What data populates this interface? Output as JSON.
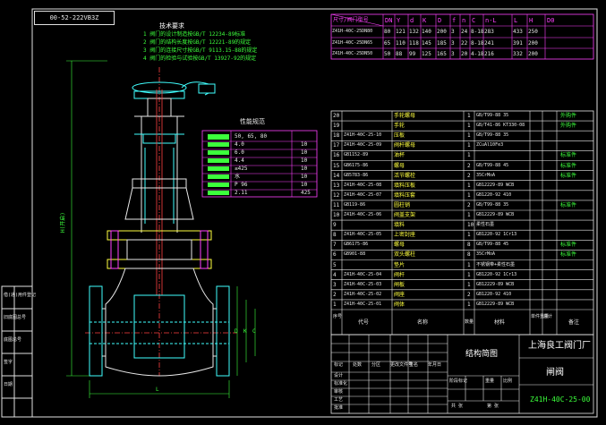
{
  "drawing_code_rotated": "00-52-222VB3Z",
  "tech_requirements": {
    "title": "技术要求",
    "items": [
      "1 阀门的设计制造按GB/T 12234-89标准",
      "2 阀门的结构长度按GB/T 12221-89的规定",
      "3 阀门的连接尺寸按GB/T 9113.15-88的规定",
      "4 阀门的检验与试验按GB/T 13927-92的规定"
    ]
  },
  "perf_table": {
    "title": "性能规范",
    "rows": [
      [
        "",
        "50, 65, 80",
        ""
      ],
      [
        "",
        "4.0",
        "10"
      ],
      [
        "",
        "6.0",
        "10"
      ],
      [
        "",
        "4.4",
        "10"
      ],
      [
        "",
        "≤425",
        "10"
      ],
      [
        "",
        "水",
        "10"
      ],
      [
        "",
        "P 96",
        "10"
      ],
      [
        "",
        "2.11",
        "425"
      ]
    ]
  },
  "dim_table": {
    "headers": [
      "尺寸/阀门型号",
      "DN",
      "Y",
      "d",
      "K",
      "D",
      "f",
      "n",
      "C",
      "n-L",
      "L",
      "H",
      "D0"
    ],
    "rows": [
      [
        "Z41H-40C-25DN80",
        "80",
        "121",
        "132",
        "140",
        "200",
        "3",
        "24",
        "8-18",
        "283",
        "433",
        "250"
      ],
      [
        "Z41H-40C-25DN65",
        "65",
        "110",
        "118",
        "145",
        "185",
        "3",
        "22",
        "8-18",
        "241",
        "391",
        "200"
      ],
      [
        "Z41H-40C-25DN50",
        "50",
        "88",
        "99",
        "125",
        "165",
        "3",
        "20",
        "4-18",
        "216",
        "332",
        "200"
      ]
    ]
  },
  "parts_list": [
    {
      "no": "20",
      "code": "",
      "name": "手轮螺母",
      "qty": "1",
      "material": "GB/T99-88 35",
      "note": "外购件"
    },
    {
      "no": "19",
      "code": "",
      "name": "手轮",
      "qty": "1",
      "material": "GB/T41-86 KT330-08",
      "note": "外购件"
    },
    {
      "no": "18",
      "code": "Z41H-40C-25-10",
      "name": "压板",
      "qty": "1",
      "material": "GB/T99-88 35",
      "note": ""
    },
    {
      "no": "17",
      "code": "Z41H-40C-25-09",
      "name": "阀杆螺母",
      "qty": "1",
      "material": "ZCuAl10Fe3",
      "note": ""
    },
    {
      "no": "16",
      "code": "GB1152-89",
      "name": "油杯",
      "qty": "1",
      "material": "",
      "note": "标准件"
    },
    {
      "no": "15",
      "code": "GB6175-86",
      "name": "螺母",
      "qty": "2",
      "material": "GB/T99-88 45",
      "note": "标准件"
    },
    {
      "no": "14",
      "code": "GB5783-86",
      "name": "活节螺栓",
      "qty": "2",
      "material": "35CrMoA",
      "note": "标准件"
    },
    {
      "no": "13",
      "code": "Z41H-40C-25-08",
      "name": "填料压板",
      "qty": "1",
      "material": "GB12229-89 WCB",
      "note": ""
    },
    {
      "no": "12",
      "code": "Z41H-40C-25-07",
      "name": "填料压套",
      "qty": "1",
      "material": "GB1220-92 410",
      "note": ""
    },
    {
      "no": "11",
      "code": "GB119-86",
      "name": "圆柱销",
      "qty": "2",
      "material": "GB/T99-88 35",
      "note": "标准件"
    },
    {
      "no": "10",
      "code": "Z41H-40C-25-06",
      "name": "阀盖支架",
      "qty": "1",
      "material": "GB12229-89 WCB",
      "note": ""
    },
    {
      "no": "9",
      "code": "",
      "name": "填料",
      "qty": "10",
      "material": "柔性石墨",
      "note": ""
    },
    {
      "no": "8",
      "code": "Z41H-40C-25-05",
      "name": "上密封座",
      "qty": "1",
      "material": "GB1220-92 1Cr13",
      "note": ""
    },
    {
      "no": "7",
      "code": "GB6175-86",
      "name": "螺母",
      "qty": "8",
      "material": "GB/T99-88 45",
      "note": "标准件"
    },
    {
      "no": "6",
      "code": "GB901-88",
      "name": "双头螺柱",
      "qty": "8",
      "material": "35CrMoA",
      "note": "标准件"
    },
    {
      "no": "5",
      "code": "",
      "name": "垫片",
      "qty": "1",
      "material": "不锈钢带+柔性石墨",
      "note": ""
    },
    {
      "no": "4",
      "code": "Z41H-40C-25-04",
      "name": "阀杆",
      "qty": "1",
      "material": "GB1220-92 1Cr13",
      "note": ""
    },
    {
      "no": "3",
      "code": "Z41H-40C-25-03",
      "name": "闸板",
      "qty": "1",
      "material": "GB12229-89 WCB",
      "note": ""
    },
    {
      "no": "2",
      "code": "Z41H-40C-25-02",
      "name": "阀座",
      "qty": "2",
      "material": "GB1220-92 410",
      "note": ""
    },
    {
      "no": "1",
      "code": "Z41H-40C-25-01",
      "name": "阀体",
      "qty": "1",
      "material": "GB12229-89 WCB",
      "note": ""
    }
  ],
  "parts_header": {
    "no": "序号",
    "code": "代号",
    "name": "名称",
    "qty": "数量",
    "material": "材料",
    "weight": "单件重量",
    "total": "总计",
    "note": "备注"
  },
  "title_block": {
    "drawing_title": "结构简图",
    "company": "上海良工阀门厂",
    "product": "闸阀",
    "drawing_no": "Z41H-40C-25-00",
    "left_labels": [
      "标记",
      "处数",
      "分区",
      "更改文件号",
      "签名",
      "年月日"
    ],
    "row_labels": [
      "设计",
      "标准化",
      "审核",
      "工艺",
      "批准"
    ],
    "stage_labels": [
      "阶段标记",
      "重量",
      "比例"
    ],
    "sheet_labels": [
      "共 张",
      "第 张"
    ]
  },
  "side_labels": [
    "借(通)用件登记",
    "旧底图总号",
    "底图总号",
    "签字",
    "日期"
  ],
  "dim_labels": {
    "height": "H(开启)",
    "length": "L",
    "flange_d": "D",
    "flange_k": "K",
    "flange_c": "C"
  },
  "colors": {
    "background": "#000000",
    "line": "#ffffff",
    "green": "#3cff3c",
    "magenta": "#ff40ff",
    "red": "#ff4040",
    "cyan": "#40ffff",
    "yellow": "#ffff40"
  }
}
